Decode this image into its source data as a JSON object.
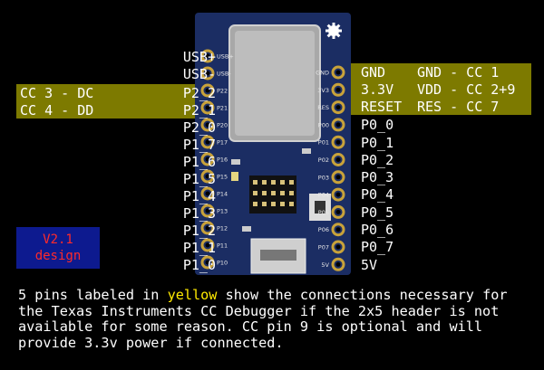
{
  "left_pins": [
    "USB+",
    "USB-",
    "P2_2",
    "P2_1",
    "P2_0",
    "P1_7",
    "P1_6",
    "P1_5",
    "P1_4",
    "P1_3",
    "P1_2",
    "P1_1",
    "P1_0"
  ],
  "right_pins": [
    "GND",
    "3.3V",
    "RESET",
    "P0_0",
    "P0_1",
    "P0_2",
    "P0_3",
    "P0_4",
    "P0_5",
    "P0_6",
    "P0_7",
    "5V"
  ],
  "cc_left": [
    "CC 3 - DC",
    "CC 4 - DD"
  ],
  "cc_right": [
    "GND - CC 1",
    "VDD - CC 2+9",
    "RES - CC 7"
  ],
  "version": [
    "V2.1",
    "design"
  ],
  "caption": {
    "before": "5 pins labeled in ",
    "highlight": "yellow",
    "after": " show the connections necessary for the Texas Instruments CC Debugger if the 2x5 header is not available for some reason. CC pin 9 is optional and will provide 3.3v power if connected."
  },
  "board_silk_left": [
    "USB+",
    "USB-",
    "P22",
    "P21",
    "P20",
    "P17",
    "P16",
    "P15",
    "P14",
    "P13",
    "P12",
    "P11",
    "P10"
  ],
  "board_silk_right": [
    "GND",
    "3V3",
    "RES",
    "P00",
    "P01",
    "P02",
    "P03",
    "P04",
    "P05",
    "P06",
    "P07",
    "5V"
  ],
  "colors": {
    "highlight_bg": "#7d7a00",
    "board": "#1b2d63",
    "pad_gold": "#c8a23a",
    "caption_highlight": "#ffea00"
  }
}
